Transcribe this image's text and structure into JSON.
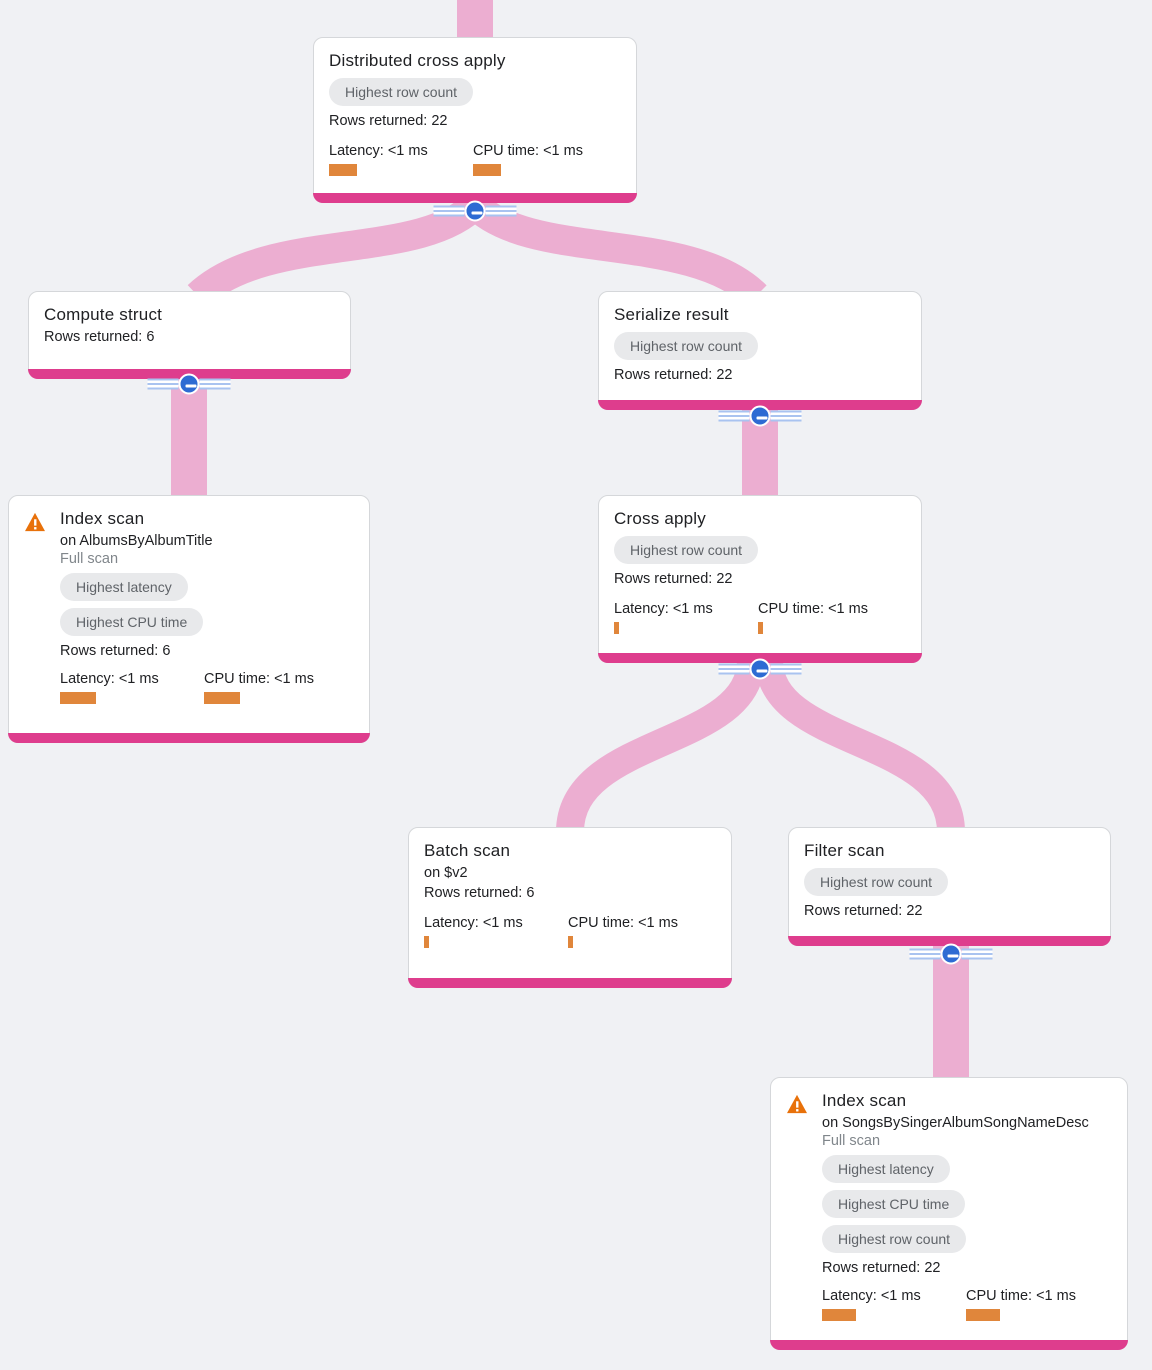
{
  "colors": {
    "background": "#f0f1f4",
    "edge_ribbon": "#ecaed1",
    "node_accent_bar": "#de3d8d",
    "metric_bar": "#e0863b",
    "warning": "#e8710a",
    "collapse_blue": "#2e6bd3",
    "badge_background": "#e8e9eb",
    "badge_text": "#5f6368"
  },
  "nodes": [
    {
      "id": "distributed-cross-apply",
      "title": "Distributed cross apply",
      "badges": [
        "Highest row count"
      ],
      "rows": "Rows returned: 22",
      "latency": "Latency: <1 ms",
      "cpu": "CPU time: <1 ms",
      "latency_bar": 28,
      "cpu_bar": 28
    },
    {
      "id": "compute-struct",
      "title": "Compute struct",
      "rows": "Rows returned: 6"
    },
    {
      "id": "serialize-result",
      "title": "Serialize result",
      "badges": [
        "Highest row count"
      ],
      "rows": "Rows returned: 22"
    },
    {
      "id": "index-scan-albums",
      "title": "Index scan",
      "on": "on AlbumsByAlbumTitle",
      "scan": "Full scan",
      "badges": [
        "Highest latency",
        "Highest CPU time"
      ],
      "rows": "Rows returned: 6",
      "latency": "Latency: <1 ms",
      "cpu": "CPU time: <1 ms",
      "latency_bar": 36,
      "cpu_bar": 36
    },
    {
      "id": "cross-apply",
      "title": "Cross apply",
      "badges": [
        "Highest row count"
      ],
      "rows": "Rows returned: 22",
      "latency": "Latency: <1 ms",
      "cpu": "CPU time: <1 ms",
      "latency_bar": 5,
      "cpu_bar": 5
    },
    {
      "id": "batch-scan",
      "title": "Batch scan",
      "on": "on $v2",
      "rows": "Rows returned: 6",
      "latency": "Latency: <1 ms",
      "cpu": "CPU time: <1 ms",
      "latency_bar": 5,
      "cpu_bar": 5
    },
    {
      "id": "filter-scan",
      "title": "Filter scan",
      "badges": [
        "Highest row count"
      ],
      "rows": "Rows returned: 22"
    },
    {
      "id": "index-scan-songs",
      "title": "Index scan",
      "on": "on SongsBySingerAlbumSongNameDesc",
      "scan": "Full scan",
      "badges": [
        "Highest latency",
        "Highest CPU time",
        "Highest row count"
      ],
      "rows": "Rows returned: 22",
      "latency": "Latency: <1 ms",
      "cpu": "CPU time: <1 ms",
      "latency_bar": 34,
      "cpu_bar": 34
    }
  ]
}
